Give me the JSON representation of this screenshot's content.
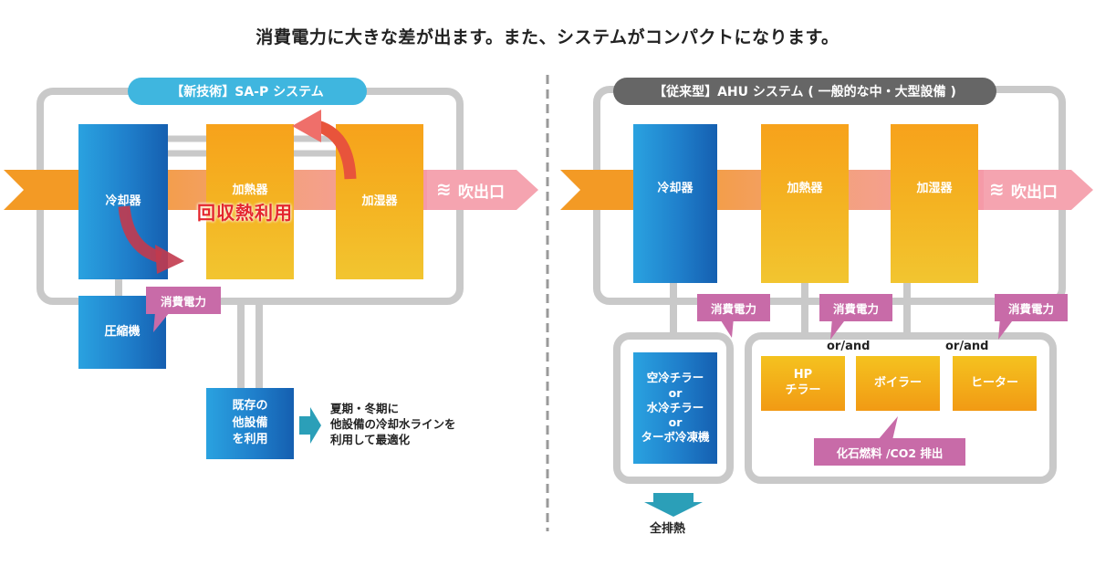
{
  "headline": "消費電力に大きな差が出ます。また、システムがコンパクトになります。",
  "left_panel": {
    "title": "【新技術】SA-P システム",
    "cooler": "冷却器",
    "heater": "加熱器",
    "humidifier": "加湿器",
    "outlet": "吹出口",
    "recovery": "回収熱利用",
    "power": "消費電力",
    "compressor": "圧縮機",
    "existing_line1": "既存の",
    "existing_line2": "他設備",
    "existing_line3": "を利用",
    "note_line1": "夏期・冬期に",
    "note_line2": "他設備の冷却水ラインを",
    "note_line3": "利用して最適化"
  },
  "right_panel": {
    "title": "【従来型】AHU システム ( 一般的な中・大型設備 )",
    "cooler": "冷却器",
    "heater": "加熱器",
    "humidifier": "加湿器",
    "outlet": "吹出口",
    "power1": "消費電力",
    "power2": "消費電力",
    "power3": "消費電力",
    "chiller_line1": "空冷チラー",
    "chiller_line2": "or",
    "chiller_line3": "水冷チラー",
    "chiller_line4": "or",
    "chiller_line5": "ターボ冷凍機",
    "or_and_1": "or/and",
    "or_and_2": "or/and",
    "hp_line1": "HP",
    "hp_line2": "チラー",
    "boiler": "ボイラー",
    "electric_heater": "ヒーター",
    "emission": "化石燃料 /CO2 排出",
    "exhaust": "全排熱"
  },
  "colors": {
    "left_title_bg": "#3fb6df",
    "right_title_bg": "#666666",
    "pipe": "#c9c9c9",
    "airflow_orange": "#f29d2c",
    "outlet_pink": "#f5a4b0",
    "power_purple": "#c86ba8",
    "recovery_red": "#e63946",
    "teal_arrow": "#2b9fb8"
  },
  "icons": {
    "wind": "wind-icon",
    "arrow": "arrow-right-icon",
    "down": "arrow-down-icon"
  }
}
